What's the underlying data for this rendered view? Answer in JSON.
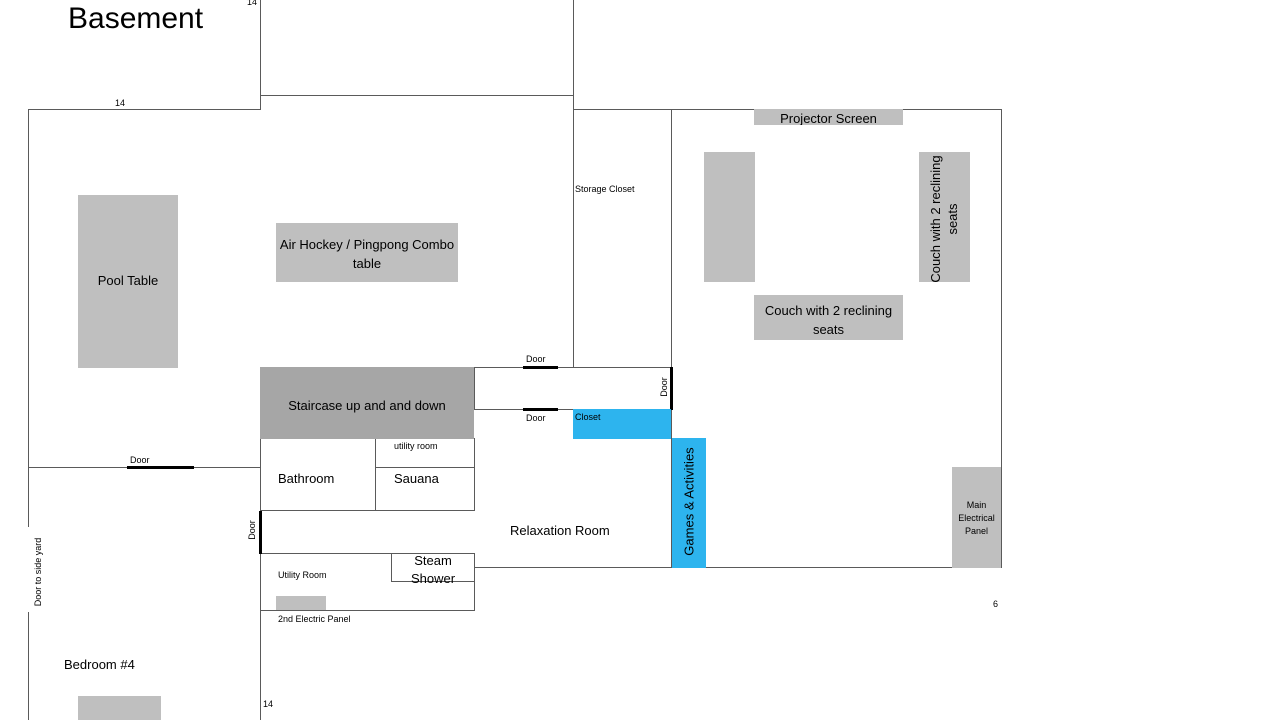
{
  "title": "Basement",
  "dimensions": {
    "top_left": "14",
    "top": "14",
    "right": "6",
    "bottom": "14"
  },
  "rooms": {
    "storage_closet": "Storage Closet",
    "closet": "Closet",
    "utility_room_small": "utility room",
    "bathroom": "Bathroom",
    "sauna": "Sauana",
    "relaxation_room": "Relaxation Room",
    "utility_room": "Utility Room",
    "second_electric_panel": "2nd Electric Panel",
    "bedroom4": "Bedroom #4",
    "steam_shower": "Steam Shower",
    "games_activities": "Games & Activities"
  },
  "furniture": {
    "pool_table": "Pool Table",
    "air_hockey": "Air Hockey / Pingpong Combo table",
    "staircase": "Staircase up and and down",
    "projector_screen": "Projector Screen",
    "couch_vertical": "Couch with 2 reclining seats",
    "couch_horizontal": "Couch with 2 reclining seats",
    "main_panel": "Main Electrical Panel"
  },
  "doors": {
    "door_top": "Door",
    "door_mid": "Door",
    "door_right": "Door",
    "door_left": "Door",
    "door_vertical_left": "Door",
    "door_side_yard": "Door to side yard"
  },
  "colors": {
    "wall": "#5a5a5a",
    "furniture": "#bfbfbf",
    "highlight": "#2db4ee",
    "door": "#000000"
  }
}
